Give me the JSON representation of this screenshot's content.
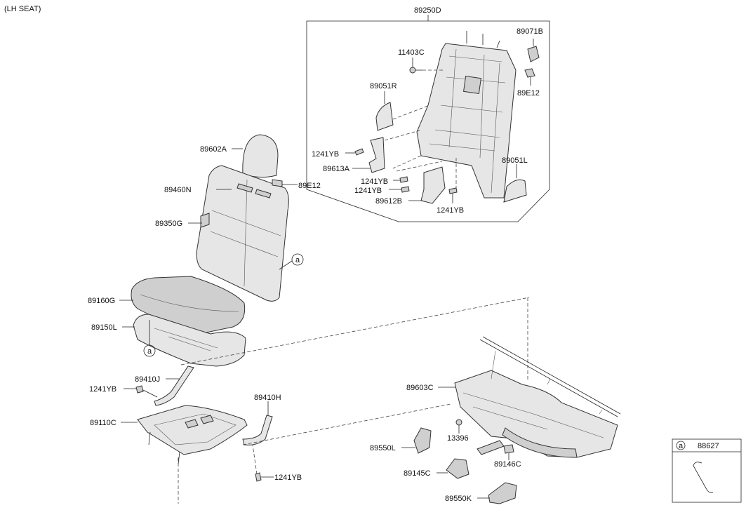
{
  "header": {
    "title": "(LH SEAT)"
  },
  "callouts": {
    "frame_assy": "89250D",
    "bracket_cap": "89071B",
    "bolt_11403c": "11403C",
    "cover_89e12_top": "89E12",
    "cover_89051r": "89051R",
    "bolt_1241yb_a": "1241YB",
    "cover_89613a": "89613A",
    "bolt_1241yb_b": "1241YB",
    "bolt_1241yb_c": "1241YB",
    "cover_89612b": "89612B",
    "bolt_1241yb_d": "1241YB",
    "cover_89051l": "89051L",
    "headrest": "89602A",
    "back_cover": "89460N",
    "cover_89e12_back": "89E12",
    "back_pad": "89350G",
    "ref_a_back": "a",
    "cushion_cover": "89160G",
    "cushion_pad": "89150L",
    "ref_a_cushion": "a",
    "wire_89410j": "89410J",
    "bolt_1241yb_e": "1241YB",
    "wire_89410h": "89410H",
    "cushion_frame": "89110C",
    "bolt_1241yb_f": "1241YB",
    "track_assy": "89603C",
    "nut_13396": "13396",
    "cover_89550l": "89550L",
    "bolt_89146c": "89146C",
    "cover_89145c": "89145C",
    "cover_89550k": "89550K"
  },
  "legend": {
    "ref": "a",
    "part": "88627"
  },
  "colors": {
    "line": "#222222",
    "part_fill": "#e6e6e6",
    "part_shade": "#cfcfcf"
  }
}
